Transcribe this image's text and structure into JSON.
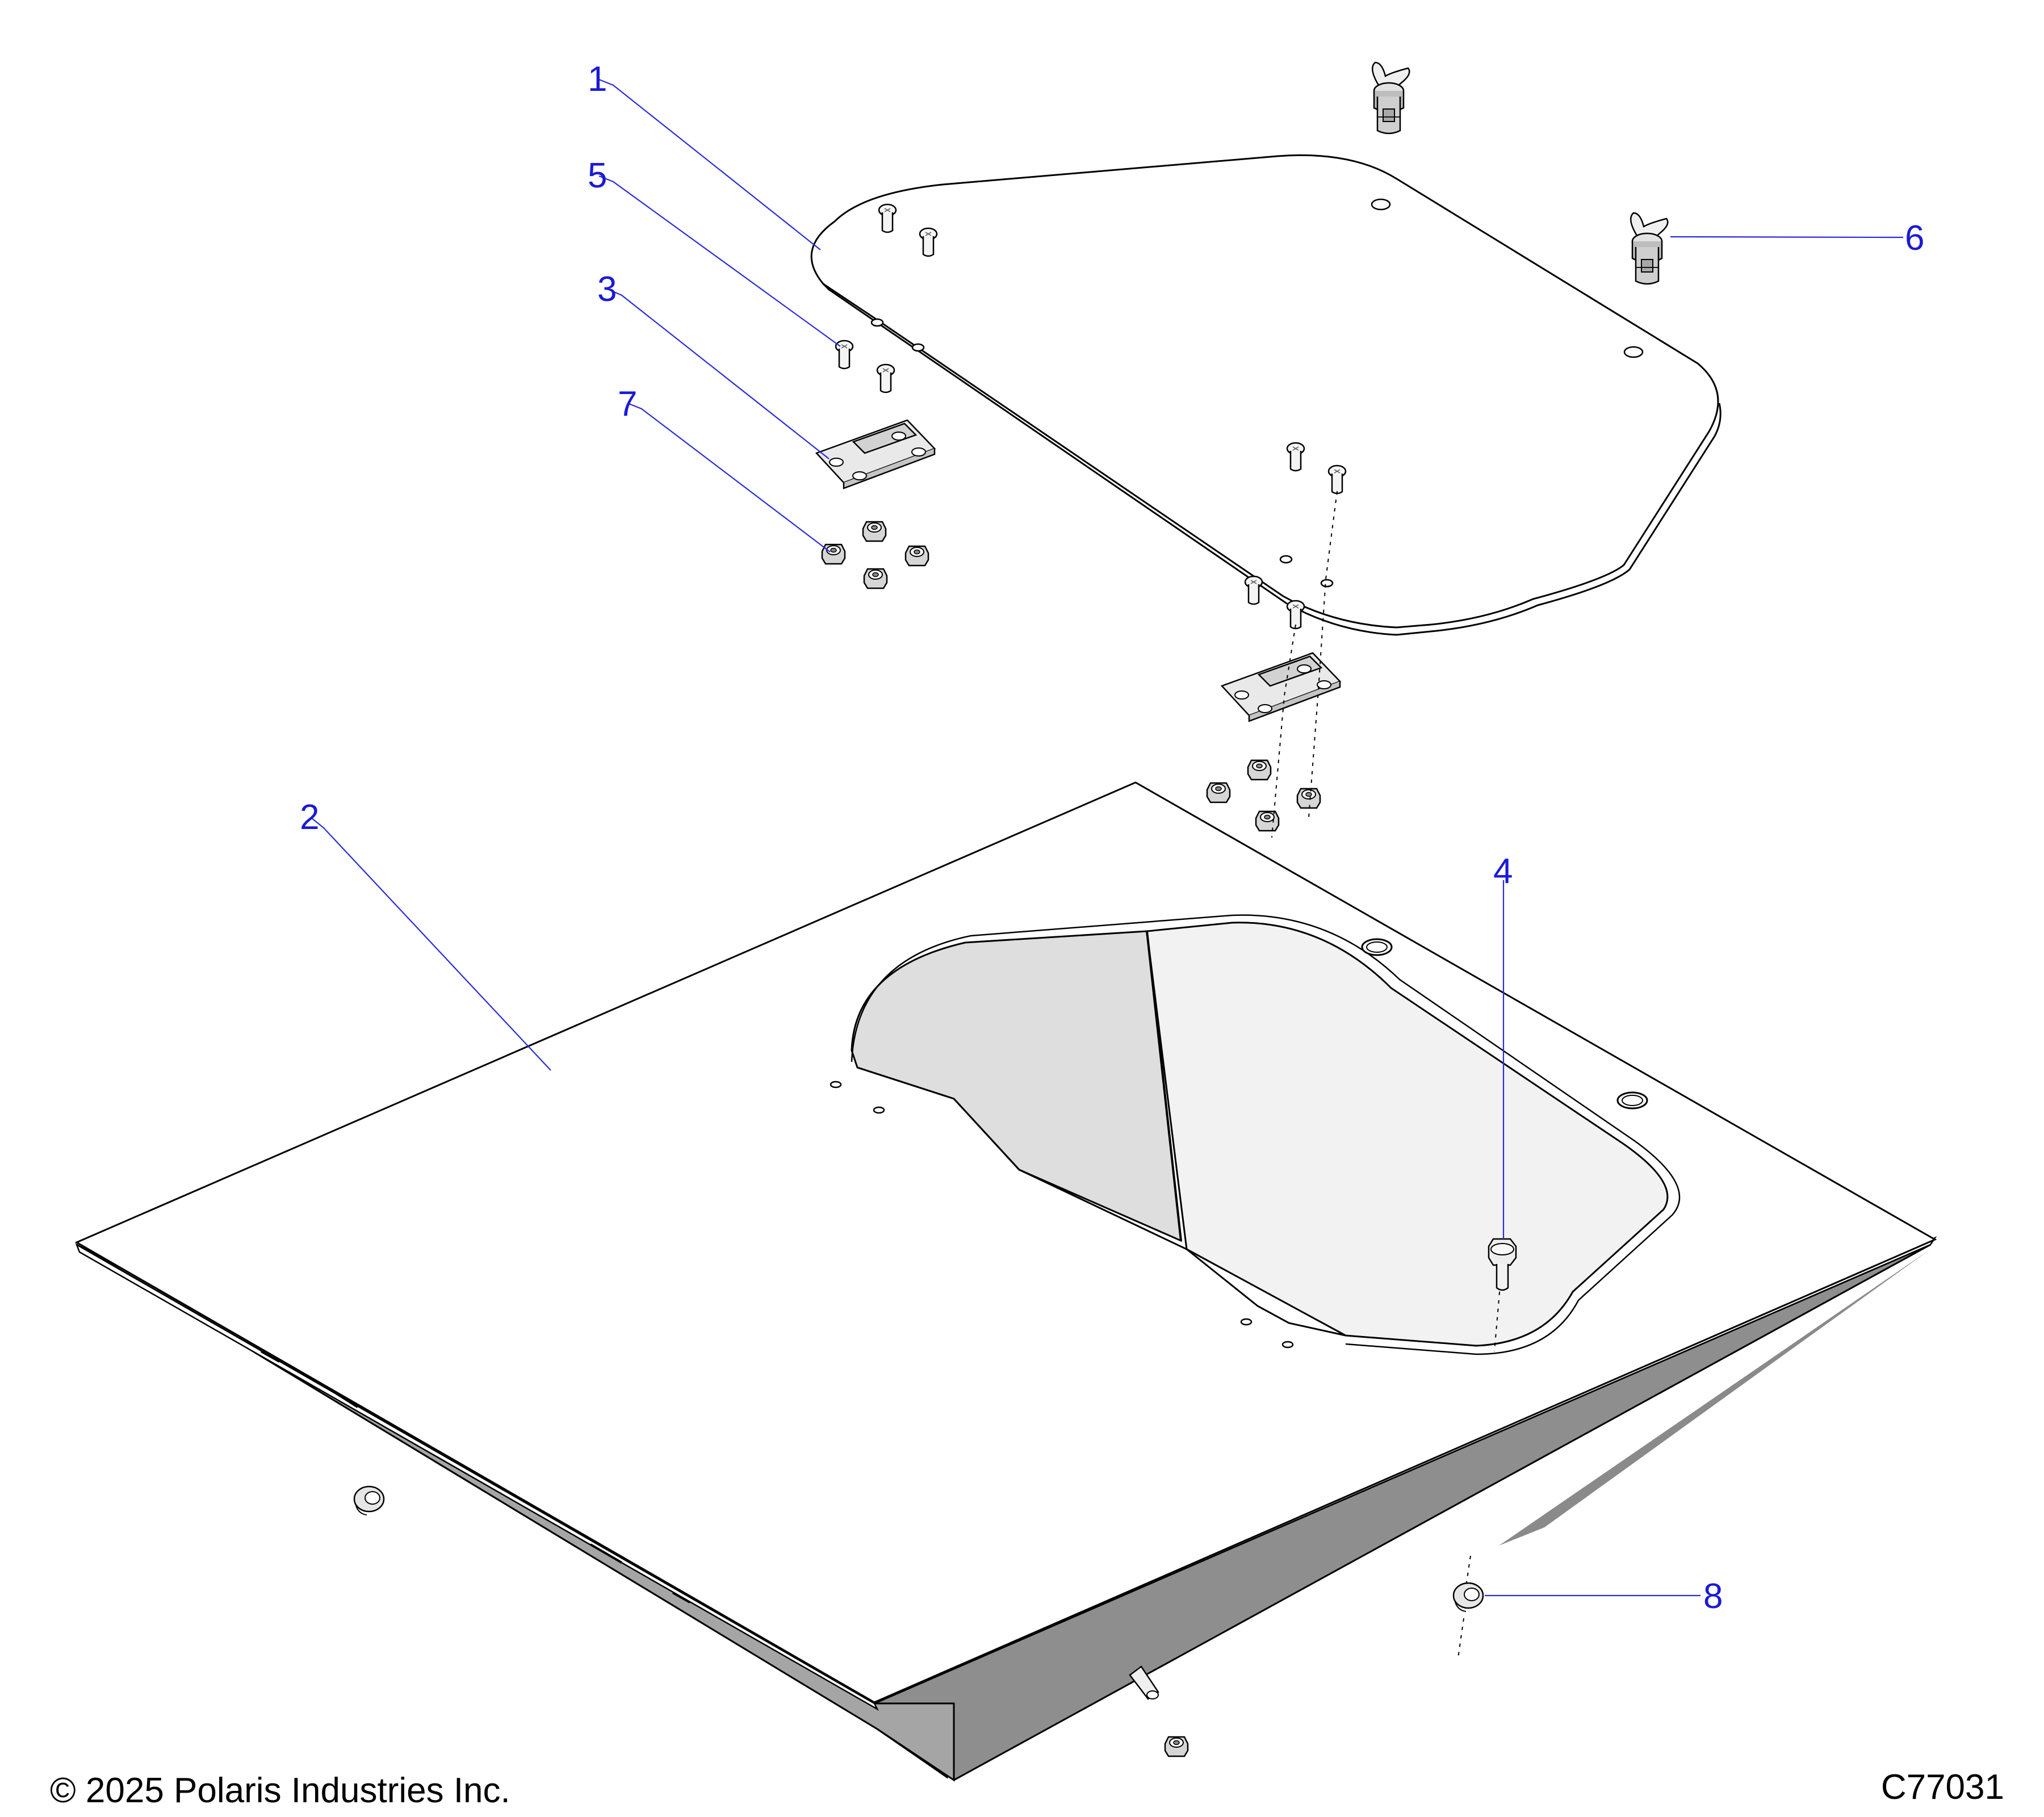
{
  "callouts": {
    "c1": "1",
    "c2": "2",
    "c3": "3",
    "c4": "4",
    "c5": "5",
    "c6": "6",
    "c7": "7",
    "c8": "8"
  },
  "footer": {
    "copyright": "© 2025 Polaris Industries Inc.",
    "drawing_id": "C77031"
  },
  "colors": {
    "callout": "#1a1ad6",
    "panel_side": "#9a9a9a",
    "panel_top": "#ffffff",
    "opening_light": "#f2f2f2",
    "opening_dark": "#dedede"
  },
  "icons": [
    "hinge-icon",
    "wing-fastener-icon",
    "screw-icon",
    "nut-icon",
    "push-rivet-icon",
    "bolt-icon"
  ]
}
